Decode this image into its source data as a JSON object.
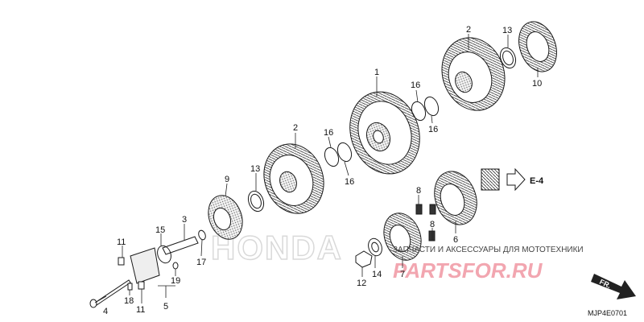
{
  "diagram": {
    "callouts": [
      "1",
      "2",
      "2",
      "3",
      "4",
      "5",
      "6",
      "7",
      "8",
      "8",
      "9",
      "10",
      "11",
      "11",
      "12",
      "13",
      "13",
      "14",
      "15",
      "16",
      "16",
      "16",
      "16",
      "17",
      "18",
      "19"
    ],
    "reference_label": "E-4",
    "direction_label": "FR.",
    "figure_code": "MJP4E0701"
  },
  "watermark": {
    "logo_text": "HONDA",
    "caption": "ЗАПЧАСТИ И АКСЕССУАРЫ ДЛЯ МОТОТЕХНИКИ",
    "brand": "PARTSFOR.RU"
  }
}
